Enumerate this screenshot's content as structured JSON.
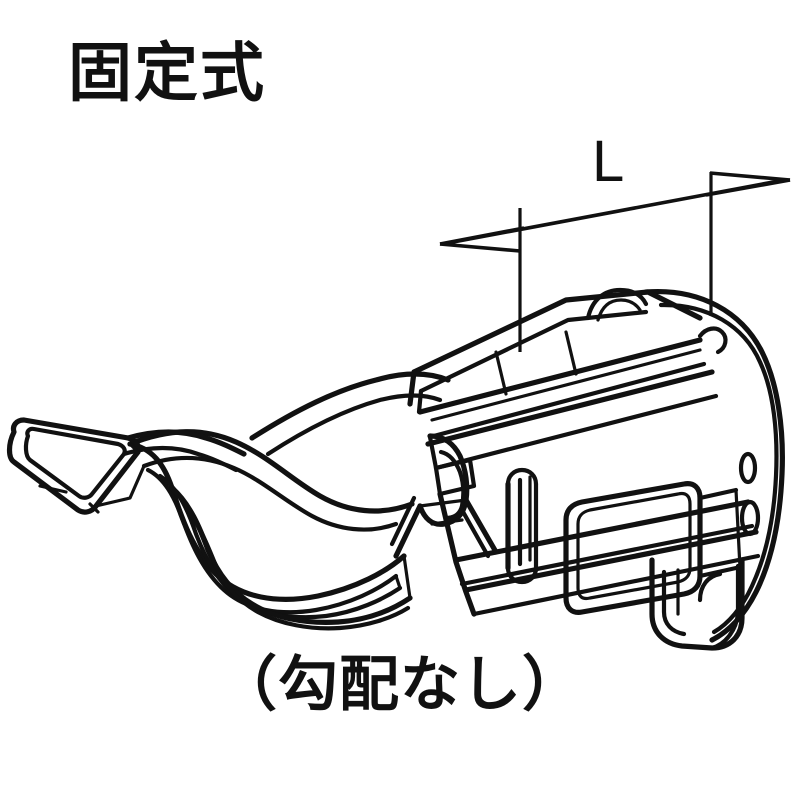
{
  "figure": {
    "title": "固定式",
    "caption": "（勾配なし）",
    "background_color": "#ffffff",
    "line_color": "#111111"
  },
  "dimension": {
    "label": "L",
    "style": "outside-arrows",
    "arrow_left": "arrow-left-icon",
    "arrow_right": "arrow-right-icon",
    "extension_line_left": "extension-line",
    "extension_line_right": "extension-line"
  },
  "drawing": {
    "subject": "pipe-support-bracket",
    "view": "isometric",
    "parts": [
      {
        "name": "mounting-flange-tab",
        "side": "left"
      },
      {
        "name": "curved-support-arm",
        "side": "left-center"
      },
      {
        "name": "arm-lower-rail",
        "side": "left-center"
      },
      {
        "name": "gusset-triangle",
        "side": "center"
      },
      {
        "name": "bracket-head-body",
        "side": "right"
      },
      {
        "name": "head-top-rail",
        "side": "right"
      },
      {
        "name": "head-window-opening",
        "side": "right"
      },
      {
        "name": "vertical-rib",
        "side": "center-right"
      },
      {
        "name": "hanging-tab-slot",
        "side": "bottom-right"
      },
      {
        "name": "side-hole-upper",
        "side": "far-right"
      },
      {
        "name": "side-hole-lower",
        "side": "far-right"
      },
      {
        "name": "top-hook-notch",
        "side": "top-right"
      }
    ]
  }
}
